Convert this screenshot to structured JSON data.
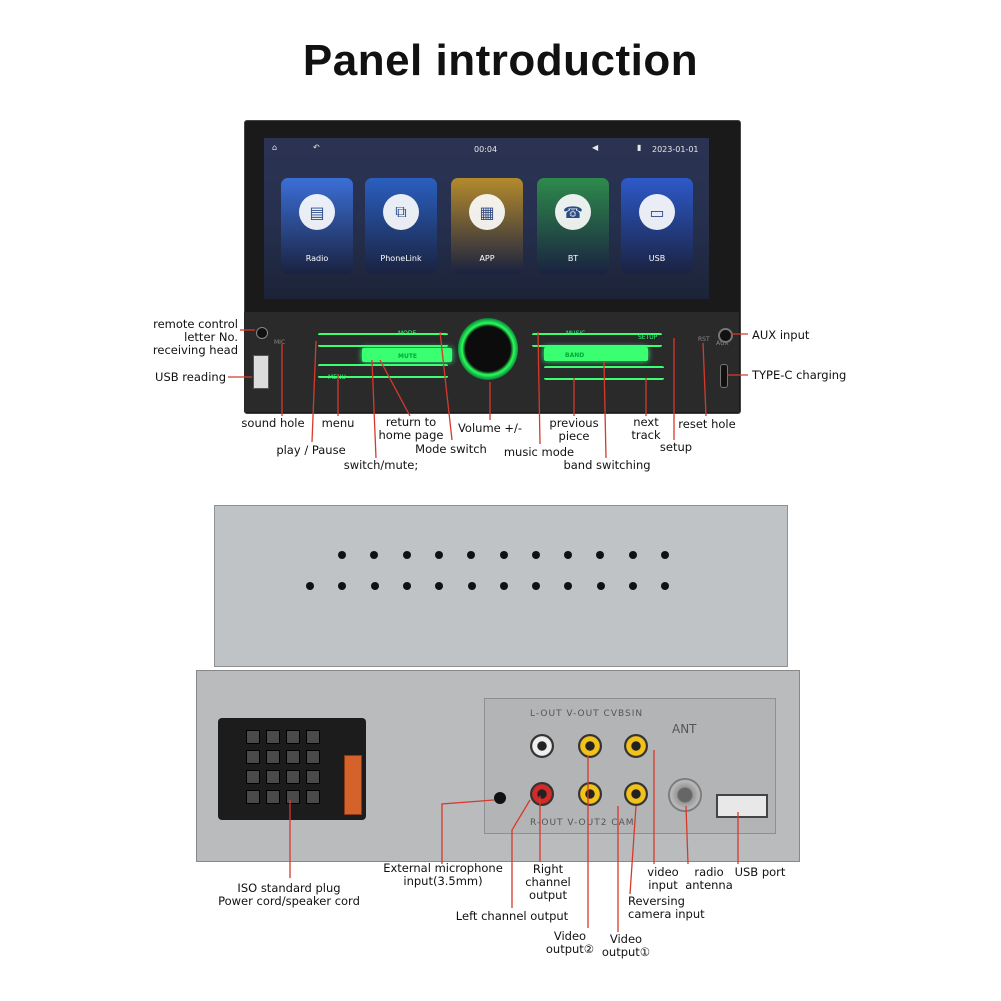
{
  "title": "Panel introduction",
  "screen": {
    "time": "00:04",
    "date": "2023-01-01",
    "apps": [
      {
        "label": "Radio",
        "icon": "radio-icon",
        "color": "#3b6fd6"
      },
      {
        "label": "PhoneLink",
        "icon": "phonelink-icon",
        "color": "#2a5fbf"
      },
      {
        "label": "APP",
        "icon": "app-grid-icon",
        "color": "#b48a2c"
      },
      {
        "label": "BT",
        "icon": "phone-icon",
        "color": "#2e8a4c"
      },
      {
        "label": "USB",
        "icon": "usb-icon",
        "color": "#2d59c9"
      }
    ]
  },
  "panel_buttons": {
    "mode": "MODE",
    "mute": "MUTE",
    "menu": "MENU",
    "music": "MUSIC",
    "setup": "SETUP",
    "band": "BAND",
    "mic_tag": "MIC",
    "rst_tag": "RST",
    "aux_tag": "AUX"
  },
  "front_labels": {
    "remote": "remote control\nletter No.\nreceiving head",
    "usb_reading": "USB reading",
    "aux_input": "AUX input",
    "typec": "TYPE-C charging",
    "sound_hole": "sound hole",
    "menu": "menu",
    "return_home": "return to\nhome page",
    "volume": "Volume +/-",
    "previous": "previous\npiece",
    "next": "next\ntrack",
    "reset": "reset hole",
    "play_pause": "play / Pause",
    "mode_switch": "Mode switch",
    "music_mode": "music mode",
    "setup": "setup",
    "switch_mute": "switch/mute;",
    "band_switching": "band switching"
  },
  "rear_panel_marks": {
    "top_row": "L-OUT V-OUT CVBSIN",
    "bottom_row": "R-OUT V-OUT2 CAM",
    "ant": "ANT"
  },
  "rear_labels": {
    "ext_mic": "External microphone\ninput(3.5mm)",
    "iso": "ISO standard plug\nPower cord/speaker cord",
    "right_channel": "Right\nchannel\noutput",
    "left_channel": "Left channel output",
    "video2": "Video\noutput②",
    "video1": "Video\noutput①",
    "reversing": "Reversing\ncamera input",
    "video_input": "video\ninput",
    "radio_antenna": "radio\nantenna",
    "usb_port": "USB port"
  },
  "colors": {
    "leader_line": "#d63a2a",
    "backlight": "#3aff70"
  }
}
